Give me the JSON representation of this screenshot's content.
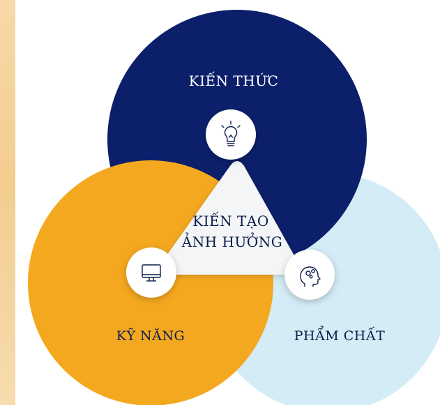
{
  "diagram": {
    "center_line1": "KIẾN TẠO",
    "center_line2": "ẢNH HƯỞNG",
    "circles": [
      {
        "id": "knowledge",
        "label": "KIẾN THỨC",
        "color": "#0b1f6b",
        "label_color": "#ffffff",
        "icon": "lightbulb-icon"
      },
      {
        "id": "skills",
        "label": "KỸ NĂNG",
        "color": "#f4a81f",
        "label_color": "#0b1f4b",
        "icon": "computer-monitor-icon"
      },
      {
        "id": "qualities",
        "label": "PHẨM CHẤT",
        "color": "#d3ecf5",
        "label_color": "#0b1f4b",
        "icon": "head-gears-icon"
      }
    ],
    "center_color": "#f4f5f7",
    "left_strip_color": "#f3cd8f"
  }
}
